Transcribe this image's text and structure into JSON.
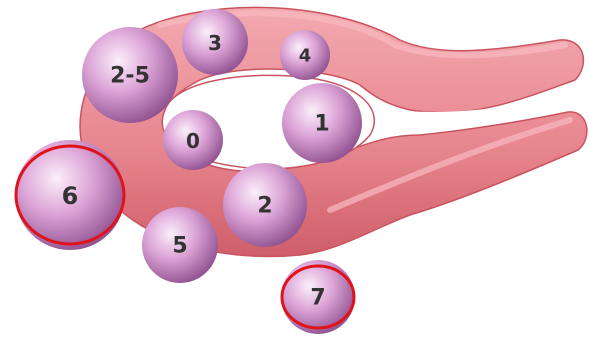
{
  "diagram": {
    "colors": {
      "background": "#ffffff",
      "tube_fill": "#e8878f",
      "tube_highlight": "#f6b7bd",
      "tube_shadow": "#c9545f",
      "lumen_fill": "#ffffff",
      "node_light": "#f8e6f6",
      "node_mid": "#d79bd2",
      "node_dark": "#8e4f8e",
      "highlight_ring": "#e0131b",
      "label_text": "#333333"
    },
    "nodes": [
      {
        "id": "n-2-5",
        "label": "2-5",
        "highlighted": false
      },
      {
        "id": "n-3",
        "label": "3",
        "highlighted": false
      },
      {
        "id": "n-4",
        "label": "4",
        "highlighted": false
      },
      {
        "id": "n-0",
        "label": "0",
        "highlighted": false
      },
      {
        "id": "n-1",
        "label": "1",
        "highlighted": false
      },
      {
        "id": "n-6",
        "label": "6",
        "highlighted": true
      },
      {
        "id": "n-2",
        "label": "2",
        "highlighted": false
      },
      {
        "id": "n-5",
        "label": "5",
        "highlighted": false
      },
      {
        "id": "n-7",
        "label": "7",
        "highlighted": true
      }
    ]
  }
}
